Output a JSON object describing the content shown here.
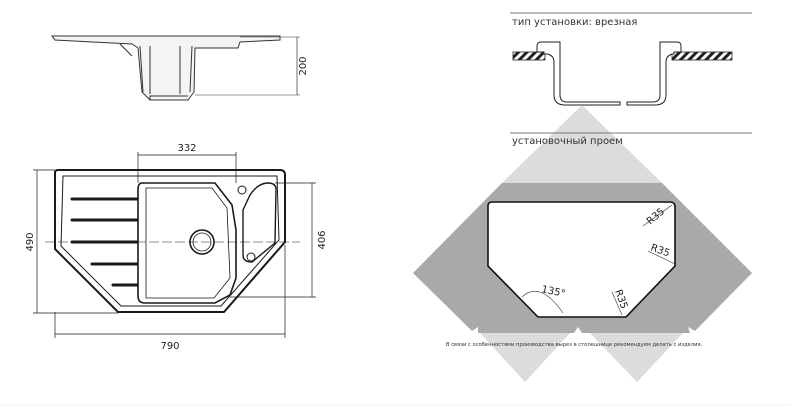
{
  "side_view": {
    "height_label": "200"
  },
  "top_view": {
    "bowl_width_label": "332",
    "total_width_label": "790",
    "total_depth_label": "490",
    "right_depth_label": "406"
  },
  "install_type": {
    "title": "тип установки: врезная"
  },
  "cutout": {
    "title": "установочный проем",
    "radius_labels": [
      "R35",
      "R35",
      "R35"
    ],
    "angle_label": "135°",
    "note": "В связи с особенностями производства вырез в столешнице рекомендуем делать с изделия."
  },
  "colors": {
    "dark_gray": "#a9a9a9",
    "light_gray": "#dcdcdc",
    "line": "#1a1a1a"
  }
}
